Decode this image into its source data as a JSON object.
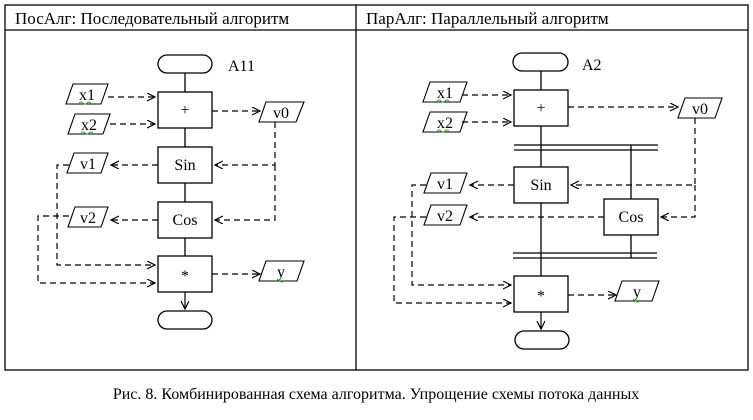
{
  "panels": [
    {
      "header": "ПосАлг: Последовательный алгоритм",
      "diagram_label": "A11",
      "blocks": {
        "add": "+",
        "sin": "Sin",
        "cos": "Cos",
        "mul": "*"
      },
      "data": {
        "x1": "x1",
        "x2": "x2",
        "v0": "v0",
        "v1": "v1",
        "v2": "v2",
        "y": "y"
      }
    },
    {
      "header": "ПарАлг: Параллельный алгоритм",
      "diagram_label": "A2",
      "blocks": {
        "add": "+",
        "sin": "Sin",
        "cos": "Cos",
        "mul": "*"
      },
      "data": {
        "x1": "x1",
        "x2": "x2",
        "v0": "v0",
        "v1": "v1",
        "v2": "v2",
        "y": "y"
      }
    }
  ],
  "caption": "Рис. 8. Комбинированная схема алгоритма. Упрощение схемы потока данных"
}
